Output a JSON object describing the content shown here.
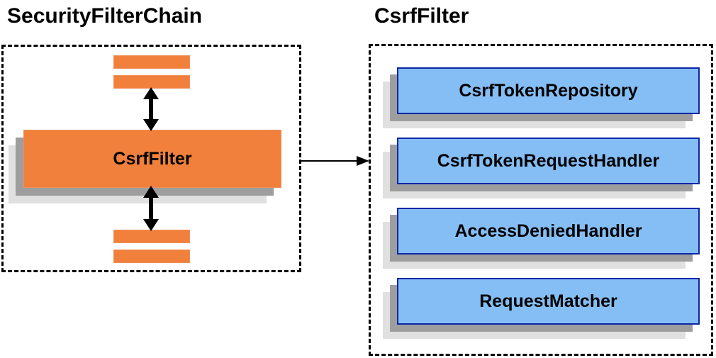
{
  "diagram": {
    "left_panel": {
      "title": "SecurityFilterChain",
      "filter_box_label": "CsrfFilter"
    },
    "right_panel": {
      "title": "CsrfFilter",
      "components": [
        "CsrfTokenRepository",
        "CsrfTokenRequestHandler",
        "AccessDeniedHandler",
        "RequestMatcher"
      ]
    },
    "colors": {
      "orange_fill": "#F0803C",
      "blue_fill": "#85BEF5",
      "blue_border": "#0D26A8",
      "shadow_dark": "#9E9E9E",
      "shadow_light": "#E0E0E0",
      "line_color": "#000000"
    }
  }
}
